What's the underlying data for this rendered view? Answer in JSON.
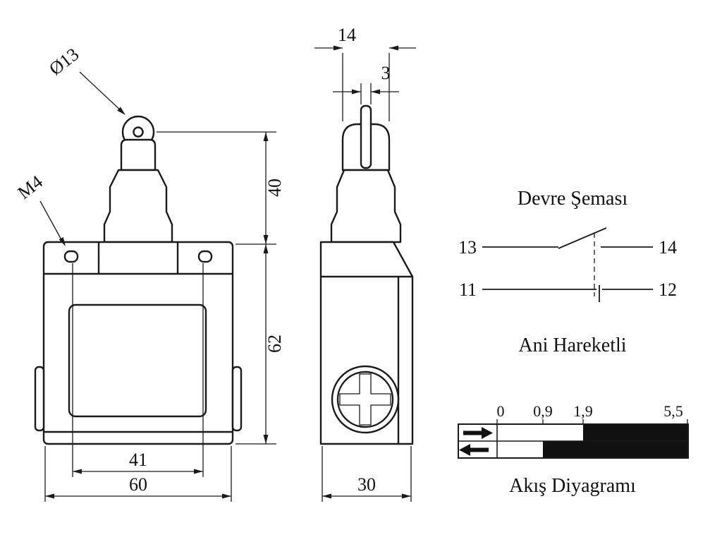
{
  "drawing": {
    "front_view": {
      "dia_label": "Ø13",
      "thread_label": "M4",
      "dim_height_upper": "40",
      "dim_height_body": "62",
      "dim_width_inner": "41",
      "dim_width_outer": "60"
    },
    "side_view": {
      "dim_head_width": "14",
      "dim_roller_width": "3",
      "dim_depth": "30"
    },
    "circuit": {
      "title": "Devre Şeması",
      "terminal_13": "13",
      "terminal_14": "14",
      "terminal_11": "11",
      "terminal_12": "12",
      "caption": "Ani Hareketli"
    },
    "flow": {
      "tick_0": "0",
      "tick_09": "0,9",
      "tick_19": "1,9",
      "tick_55": "5,5",
      "caption": "Akış Diyagramı"
    }
  },
  "colors": {
    "line": "#1a1a1a",
    "background": "#ffffff",
    "fill_black": "#111111"
  }
}
